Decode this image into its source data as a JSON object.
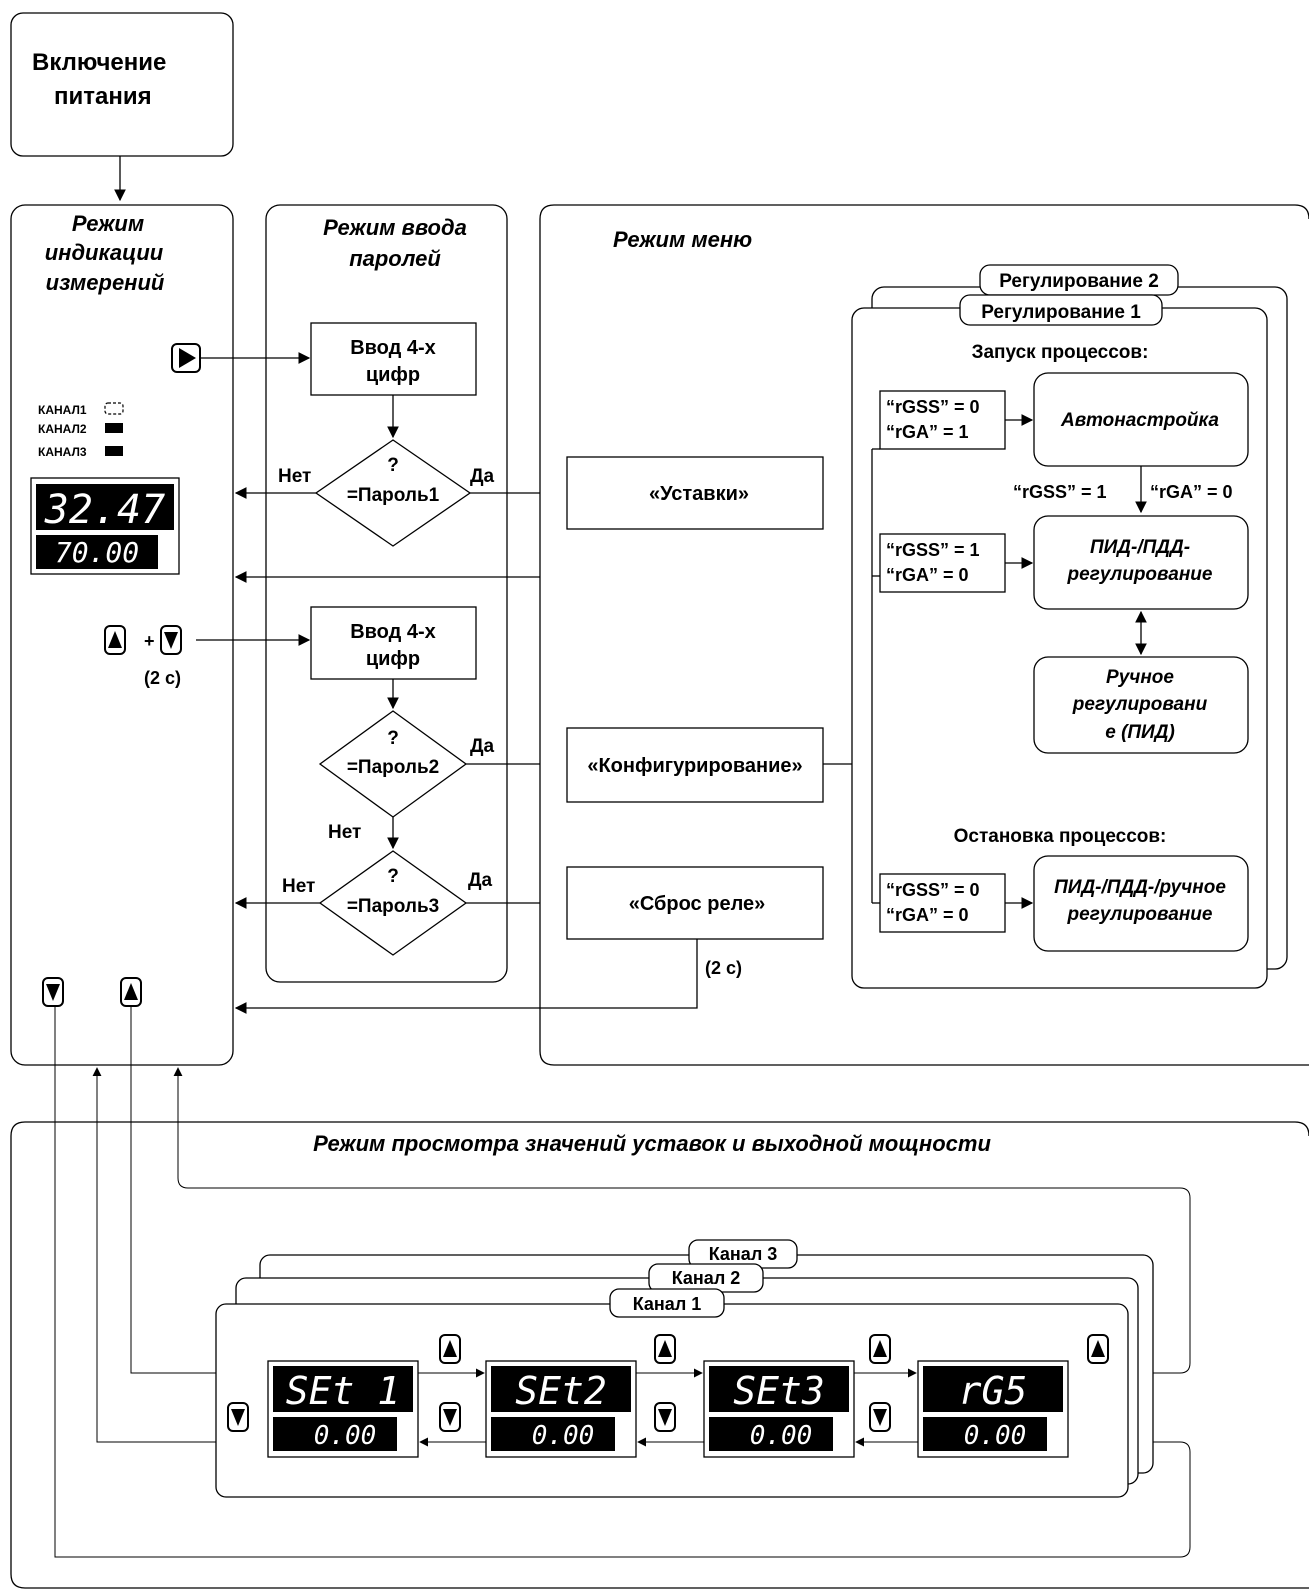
{
  "power_on": "Включение питания",
  "sections": {
    "indication": "Режим индикации измерений",
    "password": "Режим ввода паролей",
    "menu": "Режим меню",
    "view": "Режим просмотра значений уставок и выходной мощности"
  },
  "indicators": {
    "ch1": "КАНАЛ1",
    "ch2": "КАНАЛ2",
    "ch3": "КАНАЛ3",
    "display_top": "32.47",
    "display_bottom": "70.00"
  },
  "password_flow": {
    "enter_digits": "Ввод 4-х цифр",
    "q": "?",
    "pw1": "=Пароль1",
    "pw2": "=Пароль2",
    "pw3": "=Пароль3",
    "yes": "Да",
    "no": "Нет",
    "hold_2s": "(2 с)",
    "plus": "+"
  },
  "menu_items": {
    "setpoints": "«Уставки»",
    "config": "«Конфигурирование»",
    "reset": "«Сброс реле»",
    "reset_hold": "(2 с)"
  },
  "regulation": {
    "tab2": "Регулирование 2",
    "tab1": "Регулирование 1",
    "start_title": "Запуск процессов:",
    "cond1a": "“rGSS” = 0",
    "cond1b": "“rGA” = 1",
    "autotune": "Автонастройка",
    "trans_a": "“rGSS” = 1",
    "trans_b": "“rGA” = 0",
    "cond2a": "“rGSS” = 1",
    "cond2b": "“rGA” = 0",
    "pid_1": "ПИД-/ПДД-",
    "pid_2": "регулирование",
    "manual_1": "Ручное",
    "manual_2": "регулировани",
    "manual_3": "е (ПИД)",
    "stop_title": "Остановка процессов:",
    "cond3a": "“rGSS” = 0",
    "cond3b": "“rGA” = 0",
    "stop_1": "ПИД-/ПДД-/ручное",
    "stop_2": "регулирование"
  },
  "channels": {
    "tab3": "Канал 3",
    "tab2": "Канал 2",
    "tab1": "Канал 1",
    "displays": [
      {
        "top": "SEt 1",
        "bottom": "0.00"
      },
      {
        "top": "SEt2",
        "bottom": "0.00"
      },
      {
        "top": "SEt3",
        "bottom": "0.00"
      },
      {
        "top": "rG5",
        "bottom": "0.00"
      }
    ]
  },
  "colors": {
    "line": "#000000",
    "display_bg": "#000000",
    "display_text": "#ffffff"
  }
}
